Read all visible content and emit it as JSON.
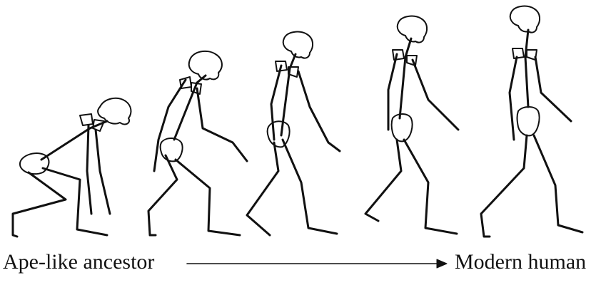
{
  "caption": {
    "start_label": "Ape-like ancestor",
    "end_label": "Modern human"
  },
  "figures": [
    {
      "stage": 1
    },
    {
      "stage": 2
    },
    {
      "stage": 3
    },
    {
      "stage": 4
    },
    {
      "stage": 5
    }
  ],
  "colors": {
    "stroke": "#111111",
    "background": "#ffffff"
  }
}
